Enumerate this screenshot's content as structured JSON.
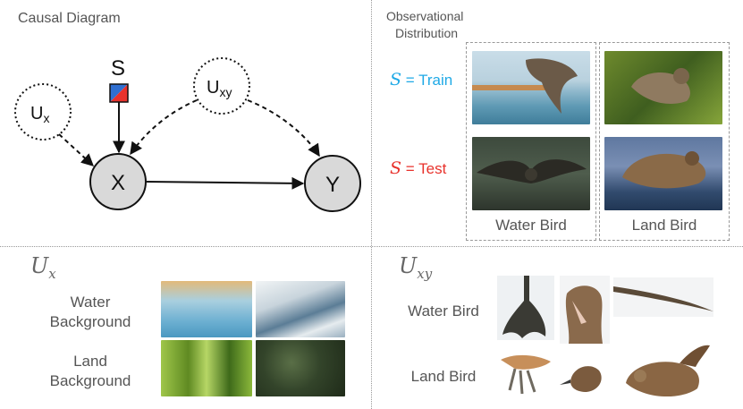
{
  "causal": {
    "title": "Causal Diagram",
    "nodes": {
      "ux": {
        "base": "U",
        "sub": "x"
      },
      "uxy": {
        "base": "U",
        "sub": "xy"
      },
      "s": "S",
      "x": "X",
      "y": "Y"
    }
  },
  "observational": {
    "title_line1": "Observational",
    "title_line2": "Distribution",
    "train_label": {
      "var": "S",
      "eq": "= Train"
    },
    "test_label": {
      "var": "S",
      "eq": "= Test"
    },
    "columns": [
      "Water Bird",
      "Land Bird"
    ],
    "colors": {
      "train": "#1fa9e6",
      "test": "#e8322c",
      "s_node_red": "#e8322c",
      "s_node_blue": "#2f6fd1"
    }
  },
  "ux_panel": {
    "heading": {
      "base": "U",
      "sub": "x"
    },
    "rows": [
      {
        "line1": "Water",
        "line2": "Background"
      },
      {
        "line1": "Land",
        "line2": "Background"
      }
    ]
  },
  "uxy_panel": {
    "heading": {
      "base": "U",
      "sub": "xy"
    },
    "rows": [
      "Water Bird",
      "Land Bird"
    ]
  }
}
